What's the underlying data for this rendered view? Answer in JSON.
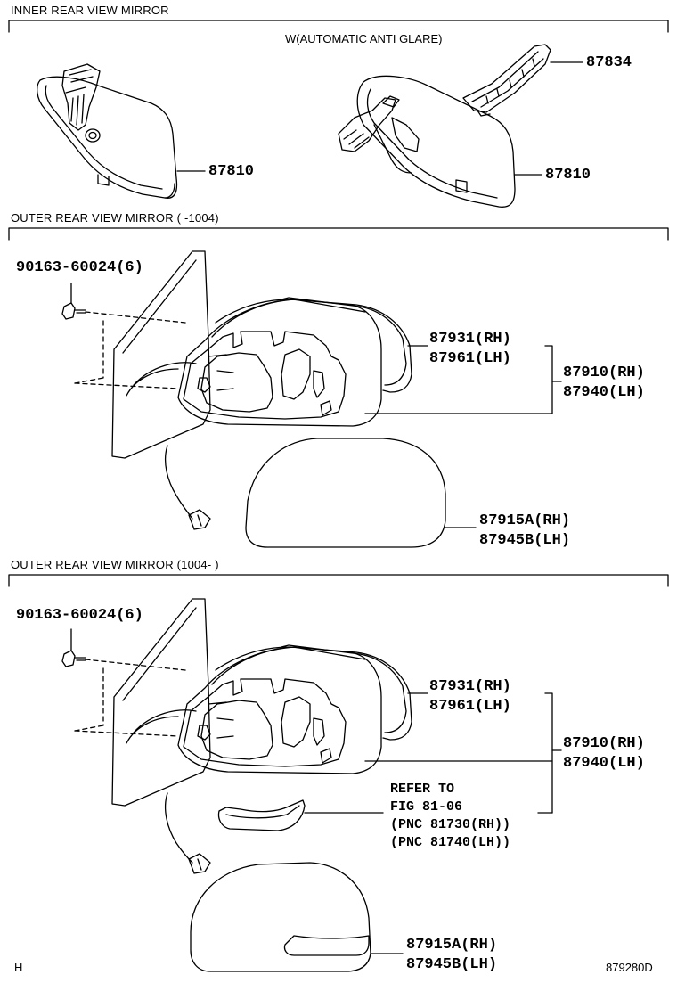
{
  "sections": {
    "inner": {
      "title": "INNER REAR VIEW MIRROR",
      "variant": "W(AUTOMATIC ANTI GLARE)"
    },
    "outer_early": {
      "title": "OUTER REAR VIEW MIRROR (     -1004)"
    },
    "outer_late": {
      "title": "OUTER REAR VIEW MIRROR (1004-     )"
    }
  },
  "inner_parts": {
    "mirror_std": "87810",
    "mirror_auto": "87810",
    "cover": "87834"
  },
  "outer_early_parts": {
    "bolt": "90163-60024(6)",
    "cover_rh": "87931(RH)",
    "cover_lh": "87961(LH)",
    "assy_rh": "87910(RH)",
    "assy_lh": "87940(LH)",
    "glass_rh": "87915A(RH)",
    "glass_lh": "87945B(LH)"
  },
  "outer_late_parts": {
    "bolt": "90163-60024(6)",
    "cover_rh": "87931(RH)",
    "cover_lh": "87961(LH)",
    "assy_rh": "87910(RH)",
    "assy_lh": "87940(LH)",
    "refer_1": "REFER TO",
    "refer_2": "FIG 81-06",
    "refer_3": "(PNC 81730(RH))",
    "refer_4": "(PNC 81740(LH))",
    "glass_rh": "87915A(RH)",
    "glass_lh": "87945B(LH)"
  },
  "footer": {
    "left_mark": "H",
    "figure_id": "879280D"
  }
}
